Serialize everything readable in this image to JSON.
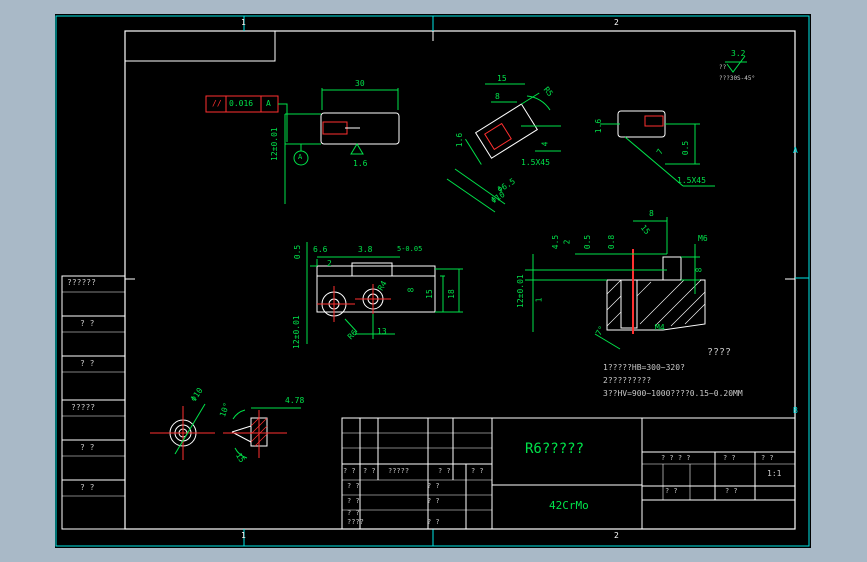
{
  "border": {
    "zone_top_1": "1",
    "zone_top_2": "2",
    "zone_bottom_1": "1",
    "zone_bottom_2": "2",
    "zone_right_a": "A",
    "zone_right_b": "B"
  },
  "roughness": {
    "value": "3.2",
    "left_mark": "??",
    "note": "???30S-45°"
  },
  "view_top": {
    "dim_30": "30",
    "tol_parallel": "//",
    "tol_value": "0.016",
    "tol_ref": "A",
    "datum_a": "A",
    "rough_16": "1.6",
    "dim_height": "12±0.01"
  },
  "view_angled": {
    "dim_15": "15",
    "dim_8": "8",
    "dim_r5": "R5",
    "dim_16": "1.6",
    "dim_4": "4",
    "dim_chamfer": "1.5X45",
    "dim_phi65": "Φ6.5",
    "dim_phi10": "Φ10"
  },
  "view_small_right": {
    "rough_16": "1.6",
    "dim_05": "0.5",
    "dim_7": "7",
    "dim_chamfer": "1.5X45"
  },
  "view_front": {
    "dim_05": "0.5",
    "dim_66": "6.6",
    "dim_38": "3.8",
    "dim_5": "5-0.05",
    "dim_2": "2",
    "dim_8": "8",
    "dim_15": "15",
    "dim_18": "18",
    "dim_r4": "R4",
    "dim_r6": "R6",
    "dim_13": "13",
    "dim_height": "12±0.01"
  },
  "view_section": {
    "dim_8": "8",
    "dim_45": "4.5",
    "dim_2": "2",
    "dim_05": "0.5",
    "dim_08": "0.8",
    "dim_15": "15",
    "dim_m6": "M6",
    "dim_8b": "8",
    "dim_height": "12±0.01",
    "dim_1": "1",
    "dim_7": "7°",
    "dim_m4": "M4"
  },
  "view_bottom": {
    "dim_phi10": "Φ10",
    "dim_478": "4.78",
    "dim_10": "10°",
    "dim_15": "15"
  },
  "notes": {
    "heading": "????",
    "line1": "1?????HB=300~320?",
    "line2": "2?????????",
    "line3": "3??HV=900~1000????0.15~0.20MM"
  },
  "left_column": {
    "cells": [
      "??????",
      "? ?",
      "? ?",
      "?????",
      "? ?",
      "? ?"
    ]
  },
  "title_block": {
    "part_name": "R6?????",
    "material": "42CrMo",
    "row_labels": [
      "? ?",
      "? ?",
      "?????",
      "? ?",
      "? ?"
    ],
    "sub_labels": [
      "? ?",
      "? ?",
      "????",
      "? ?"
    ],
    "sub_labels2": [
      "? ?",
      "? ?",
      "? ?"
    ],
    "right_head": [
      "? ? ? ?",
      "? ?",
      "? ?"
    ],
    "scale": "1:1",
    "right_bottom": [
      "? ?",
      "? ?"
    ]
  }
}
